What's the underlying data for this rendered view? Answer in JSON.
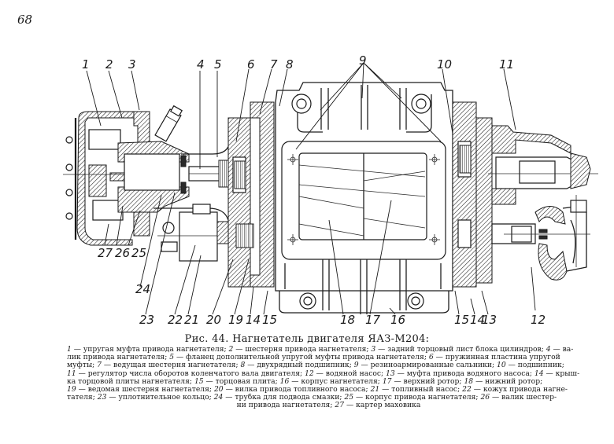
{
  "page": {
    "number": "68"
  },
  "figure": {
    "caption": "Рис. 44. Нагнетатель двигателя ЯАЗ-М204:",
    "callouts": [
      "1",
      "2",
      "3",
      "4",
      "5",
      "6",
      "7",
      "8",
      "9",
      "10",
      "11",
      "12",
      "13",
      "14",
      "15",
      "16",
      "17",
      "18",
      "19",
      "20",
      "21",
      "22",
      "23",
      "24",
      "25",
      "26",
      "27"
    ],
    "legend_lines": [
      [
        {
          "n": "1",
          "t": " — упругая муфта привода нагнетателя; "
        },
        {
          "n": "2",
          "t": " — шестерня привода нагнетателя; "
        },
        {
          "n": "3",
          "t": " — задний торцовый лист блока цилиндров; "
        },
        {
          "n": "4",
          "t": " — ва-"
        }
      ],
      [
        {
          "n": "",
          "t": "лик привода нагнетателя; "
        },
        {
          "n": "5",
          "t": " — фланец дополнительной упругой муфты привода нагнетателя; "
        },
        {
          "n": "6",
          "t": " — пружинная пластина упругой"
        }
      ],
      [
        {
          "n": "",
          "t": "муфты; "
        },
        {
          "n": "7",
          "t": " — ведущая шестерня нагнетателя; "
        },
        {
          "n": "8",
          "t": " — двухрядный подшипник; "
        },
        {
          "n": "9",
          "t": " — резиноармированные сальники; "
        },
        {
          "n": "10",
          "t": " — подшипник;"
        }
      ],
      [
        {
          "n": "11",
          "t": " — регулятор числа оборотов коленчатого вала двигателя; "
        },
        {
          "n": "12",
          "t": " — водяной насос; "
        },
        {
          "n": "13",
          "t": " — муфта привода водяного насоса; "
        },
        {
          "n": "14",
          "t": " — крыш-"
        }
      ],
      [
        {
          "n": "",
          "t": "ка торцовой плиты нагнетателя; "
        },
        {
          "n": "15",
          "t": " — торцовая плита; "
        },
        {
          "n": "16",
          "t": " — корпус нагнетателя; "
        },
        {
          "n": "17",
          "t": " — верхний ротор; "
        },
        {
          "n": "18",
          "t": " — нижний ротор;"
        }
      ],
      [
        {
          "n": "19",
          "t": " — ведомая шестерня нагнетателя; "
        },
        {
          "n": "20",
          "t": " — вилка привода топливного насоса; "
        },
        {
          "n": "21",
          "t": " — топливный насос; "
        },
        {
          "n": "22",
          "t": " — кожух привода нагне-"
        }
      ],
      [
        {
          "n": "",
          "t": "тателя; "
        },
        {
          "n": "23",
          "t": " — уплотнительное кольцо; "
        },
        {
          "n": "24",
          "t": " — трубка для подвода смазки; "
        },
        {
          "n": "25",
          "t": " — корпус привода нагнетателя; "
        },
        {
          "n": "26",
          "t": " — валик шестер-"
        }
      ],
      [
        {
          "n": "",
          "t": "ни привода нагнетателя; "
        },
        {
          "n": "27",
          "t": " — картер маховика"
        }
      ]
    ]
  },
  "colors": {
    "ink": "#1a1a1a",
    "paper": "#ffffff"
  }
}
